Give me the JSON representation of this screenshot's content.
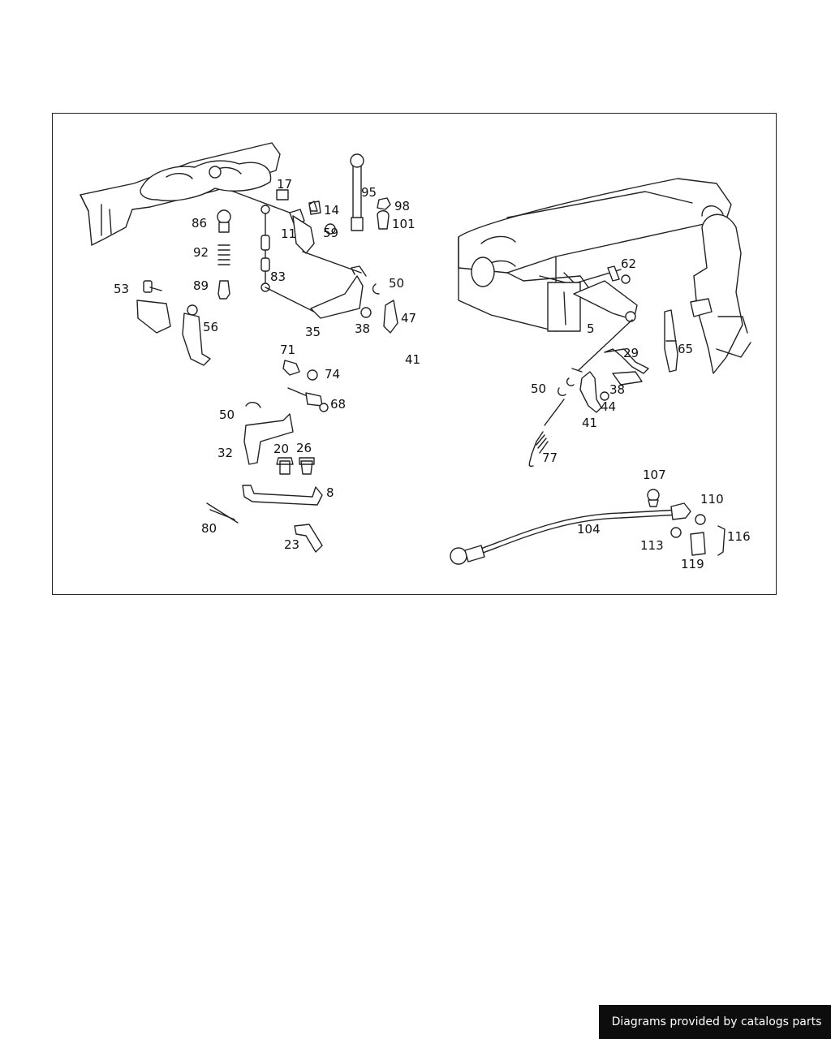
{
  "diagram": {
    "labels": [
      "17",
      "14",
      "11",
      "59",
      "95",
      "98",
      "101",
      "86",
      "92",
      "89",
      "53",
      "56",
      "83",
      "50",
      "47",
      "35",
      "38",
      "41",
      "71",
      "74",
      "68",
      "50",
      "32",
      "20",
      "26",
      "8",
      "80",
      "23",
      "62",
      "5",
      "29",
      "65",
      "38",
      "50",
      "44",
      "41",
      "77",
      "107",
      "110",
      "104",
      "116",
      "113",
      "119"
    ]
  },
  "footer": {
    "credit": "Diagrams provided by catalogs parts"
  }
}
